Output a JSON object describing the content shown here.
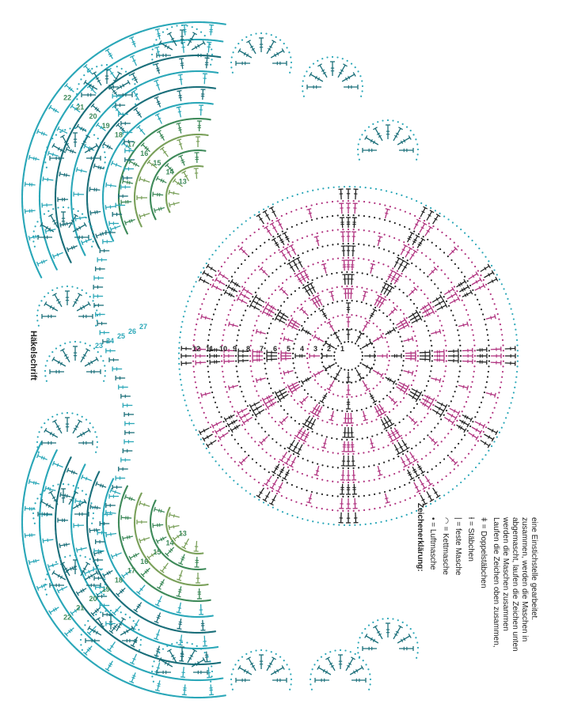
{
  "heading": "Häkelschrift",
  "legend": {
    "title": "Zeichenerklärung:",
    "items": [
      {
        "symbol": "dot",
        "label": "= Luftmasche"
      },
      {
        "symbol": "arc",
        "label": "= Kettmasche"
      },
      {
        "symbol": "bar",
        "label": "= feste Masche"
      },
      {
        "symbol": "dc",
        "label": "= Stäbchen"
      },
      {
        "symbol": "tr",
        "label": "= Doppelstäbchen"
      }
    ],
    "note_lines": [
      "Laufen die Zeichen oben zusammen,",
      "werden die Maschen zusammen",
      "abgemascht, laufen die Zeichen unten",
      "zusammen, werden die Maschen in",
      "eine Einstichstelle gearbeitet."
    ]
  },
  "center_rows": [
    "1",
    "2",
    "3",
    "4",
    "5",
    "6",
    "7",
    "8",
    "9",
    "10",
    "11",
    "12"
  ],
  "wing_rows_top": [
    "13",
    "14",
    "15",
    "16",
    "17",
    "18",
    "19",
    "20",
    "21",
    "22"
  ],
  "wing_rows_bottom": [
    "13",
    "14",
    "15",
    "16",
    "17",
    "18",
    "19",
    "20",
    "21",
    "22"
  ],
  "outer_rows": [
    "23",
    "24",
    "25",
    "26",
    "27"
  ],
  "colors": {
    "magenta": "#b0327f",
    "dark": "#222222",
    "teal": "#2aa7b8",
    "darkteal": "#1b6f7a",
    "green": "#3e8a5a",
    "olive": "#7aa05a"
  }
}
